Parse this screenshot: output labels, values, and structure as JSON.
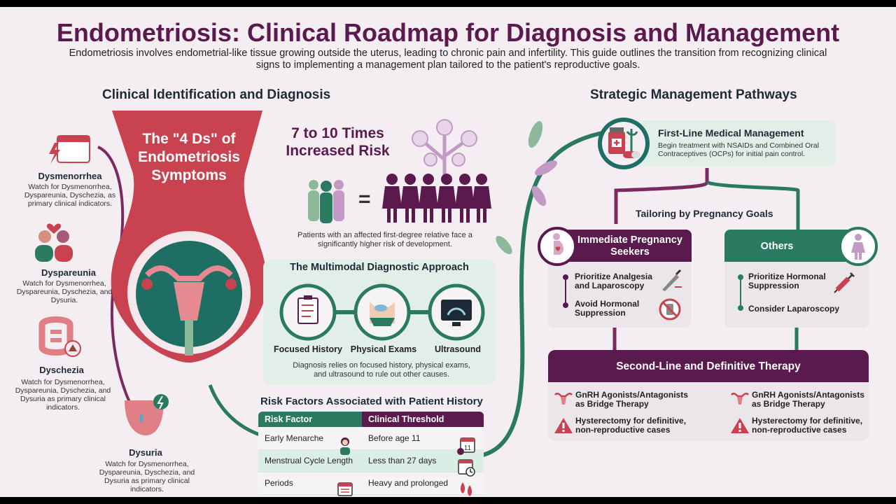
{
  "header": {
    "title": "Endometriosis: Clinical Roadmap for Diagnosis and Management",
    "subtitle": "Endometriosis involves endometrial-like tissue growing outside the uterus, leading to chronic pain and infertility. This guide outlines the transition from recognizing clinical signs to implementing a management plan tailored to the patient's reproductive goals."
  },
  "left": {
    "heading": "Clinical Identification and Diagnosis",
    "banner": "The \"4 Ds\" of Endometriosis Symptoms",
    "symptoms": [
      {
        "name": "Dysmenorrhea",
        "desc": "Watch for Dysmenorrhea, Dyspareunia, Dyschezia, as primary clinical indicators."
      },
      {
        "name": "Dyspareunia",
        "desc": "Watch for Dysmenorrhea, Dyspareunia, Dyschezia, and Dysuria."
      },
      {
        "name": "Dyschezia",
        "desc": "Watch for Dysmenorrhea, Dyspareunia, Dyschezia, and Dysuria as primary clinical indicators."
      },
      {
        "name": "Dysuria",
        "desc": "Watch for Dysmenorrhea, Dyspareunia, Dyschezia, and Dysuria as primary clinical indicators."
      }
    ]
  },
  "risk_increase": {
    "headline": "7 to 10 Times Increased Risk",
    "equals": "=",
    "caption": "Patients with an affected first-degree relative face a significantly higher risk of development."
  },
  "diagnostic": {
    "title": "The Multimodal Diagnostic Approach",
    "steps": [
      "Focused History",
      "Physical Exams",
      "Ultrasound"
    ],
    "caption": "Diagnosis relies on focused history, physical exams, and ultrasound to rule out other causes."
  },
  "risk_table": {
    "title": "Risk Factors Associated with Patient History",
    "headers": [
      "Risk Factor",
      "Clinical Threshold"
    ],
    "rows": [
      {
        "factor": "Early Menarche",
        "threshold": "Before age 11",
        "badge": "11"
      },
      {
        "factor": "Menstrual Cycle Length",
        "threshold": "Less than 27 days"
      },
      {
        "factor": "Periods",
        "threshold": "Heavy and prolonged"
      }
    ]
  },
  "right": {
    "heading": "Strategic Management Pathways",
    "first_line": {
      "title": "First-Line Medical Management",
      "desc": "Begin treatment with NSAIDs and Combined Oral Contraceptives (OCPs) for initial pain control."
    },
    "tailoring": "Tailoring by Pregnancy Goals",
    "immediate": {
      "title": "Immediate Pregnancy Seekers",
      "items": [
        "Prioritize Analgesia and Laparoscopy",
        "Avoid Hormonal Suppression"
      ]
    },
    "others": {
      "title": "Others",
      "items": [
        "Prioritize Hormonal Suppression",
        "Consider Laparoscopy"
      ]
    },
    "second_line": {
      "title": "Second-Line and Definitive Therapy",
      "items": [
        "GnRH Agonists/Antagonists as Bridge Therapy",
        "Hysterectomy for definitive, non-reproductive cases",
        "GnRH Agonists/Antagonists as Bridge Therapy",
        "Hysterectomy for definitive, non-reproductive cases"
      ]
    }
  },
  "colors": {
    "purple": "#5a1a4e",
    "green": "#2a7a62",
    "red": "#c8434f",
    "teal": "#1f6e63"
  }
}
